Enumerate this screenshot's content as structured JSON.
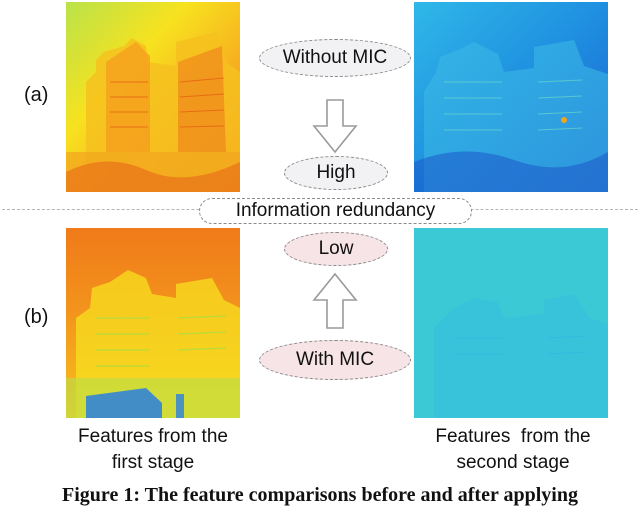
{
  "row_labels": {
    "a": "(a)",
    "b": "(b)"
  },
  "pills": {
    "without_mic": "Without MIC",
    "high": "High",
    "information_redundancy": "Information redundancy",
    "low": "Low",
    "with_mic": "With MIC"
  },
  "captions": {
    "first_line1": "Features from the",
    "first_line2": "first stage",
    "second_line1": "Features  from the",
    "second_line2": "second stage"
  },
  "figure_caption": "Figure 1: The feature comparisons before and after applying",
  "colors": {
    "warm_map": "#f7c21f",
    "warm_map_b": "#f08a1c",
    "cool_map": "#2a8fe0",
    "cool_map_b": "#3cc8d8",
    "low_pill": "#f6e4e6",
    "high_pill": "#f2f2f4"
  }
}
